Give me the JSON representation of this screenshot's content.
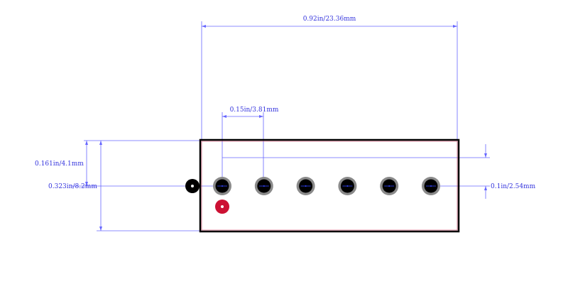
{
  "dimensions": {
    "overall_width": "0.92in/23.36mm",
    "pitch": "0.15in/3.81mm",
    "pin_offset": "0.161in/4.1mm",
    "body_height": "0.323in/8.2mm",
    "pin_to_top_edge": "0.1in/2.54mm"
  },
  "colors": {
    "outline": "#000000",
    "dimension": "#6666ff",
    "pad_ring": "#8a8a8a",
    "pad_hole": "#000000",
    "pin1_marker": "#cc1133",
    "ref_marker": "#000000"
  },
  "pads": {
    "count": 6
  }
}
